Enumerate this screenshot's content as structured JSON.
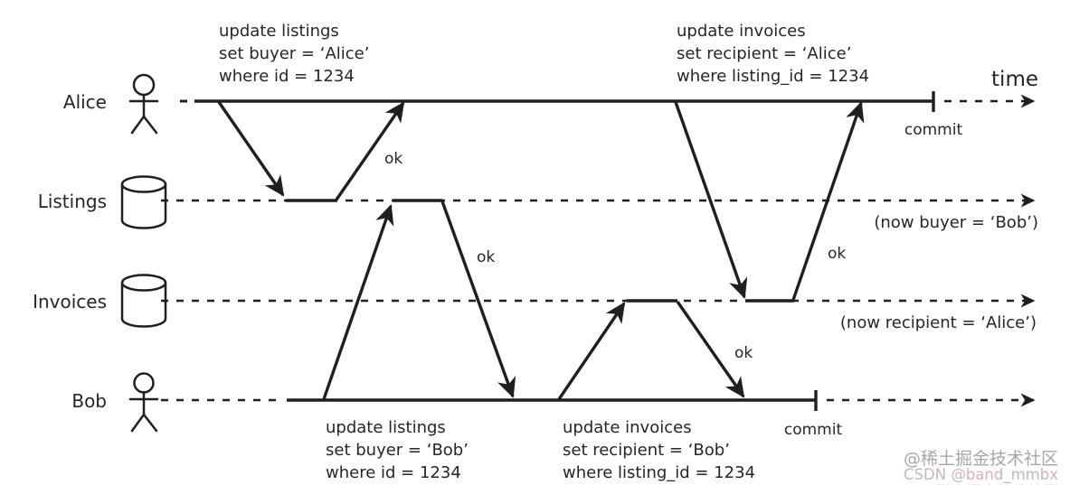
{
  "colors": {
    "ink": "#1f1f1f",
    "text": "#262626",
    "background": "#ffffff",
    "watermark_primary": "#9d9d9d",
    "watermark_secondary": "#ccb4b7"
  },
  "time_label": "time",
  "lanes": [
    {
      "name": "Alice",
      "icon": "person"
    },
    {
      "name": "Listings",
      "icon": "database"
    },
    {
      "name": "Invoices",
      "icon": "database"
    },
    {
      "name": "Bob",
      "icon": "person"
    }
  ],
  "transactions": {
    "alice_listings": {
      "lines": [
        "update listings",
        "set buyer = ‘Alice’",
        "where id = 1234"
      ]
    },
    "alice_invoices": {
      "lines": [
        "update invoices",
        "set recipient = ‘Alice’",
        "where listing_id = 1234"
      ]
    },
    "bob_listings": {
      "lines": [
        "update listings",
        "set buyer = ‘Bob’",
        "where id = 1234"
      ]
    },
    "bob_invoices": {
      "lines": [
        "update invoices",
        "set recipient = ‘Bob’",
        "where listing_id = 1234"
      ]
    }
  },
  "labels": {
    "ok": "ok",
    "commit": "commit"
  },
  "results": {
    "listings": "(now buyer = ‘Bob’)",
    "invoices": "(now recipient = ‘Alice’)"
  },
  "watermark": {
    "line1": "@稀土掘金技术社区",
    "line2": "CSDN @band_mmbx"
  }
}
